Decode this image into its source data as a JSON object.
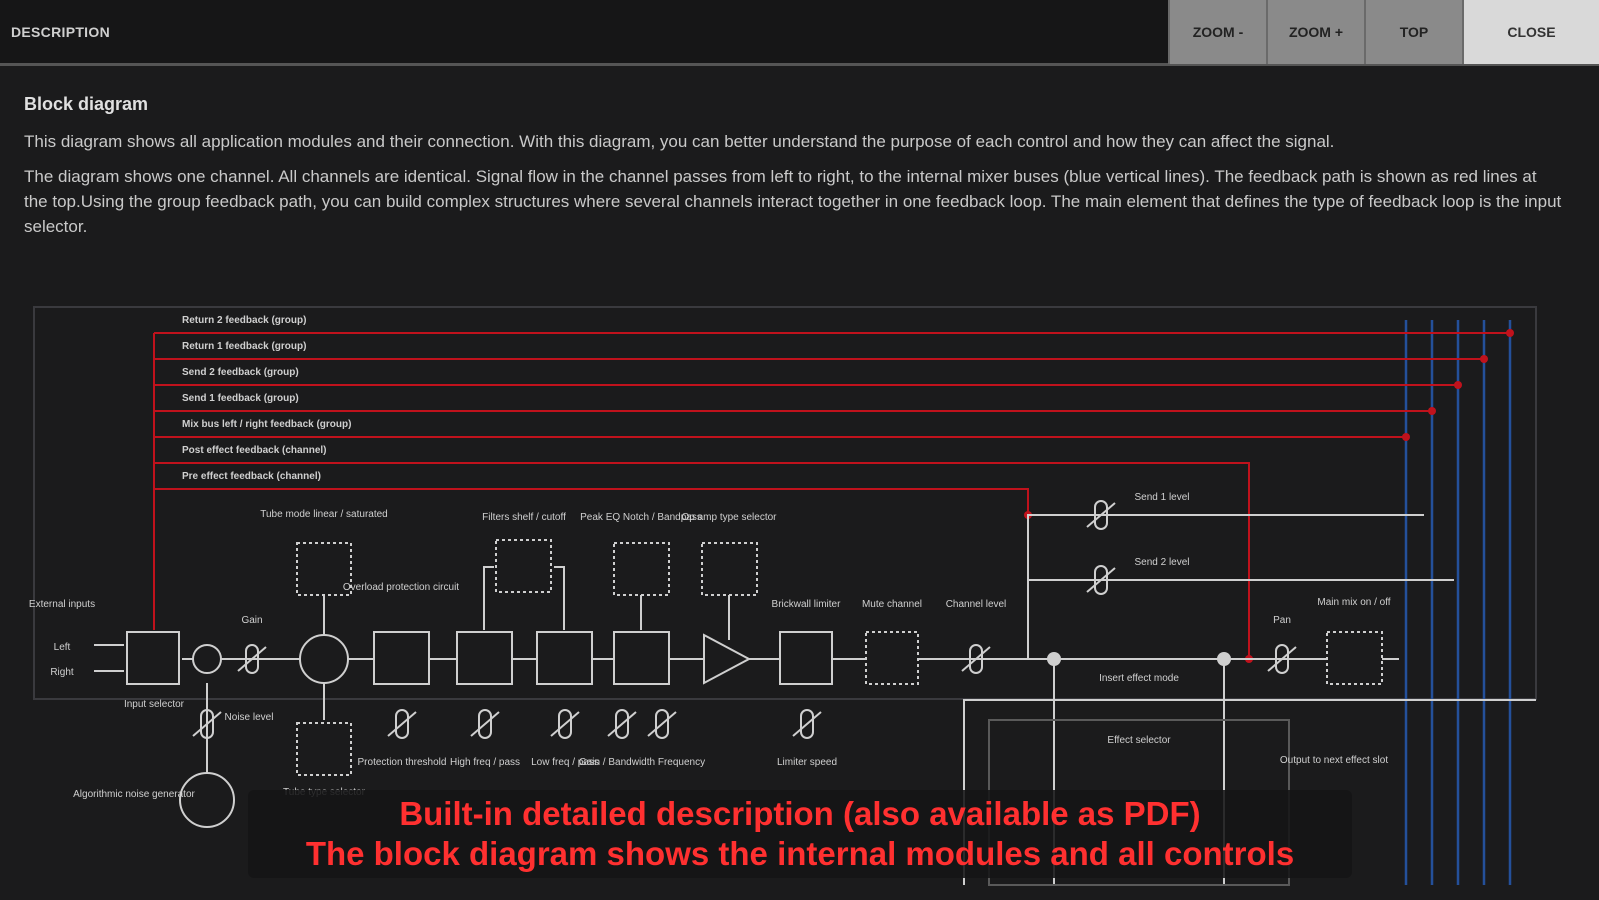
{
  "header": {
    "title": "DESCRIPTION",
    "buttons": [
      {
        "label": "ZOOM -"
      },
      {
        "label": "ZOOM +"
      },
      {
        "label": "TOP"
      },
      {
        "label": "CLOSE"
      }
    ]
  },
  "content": {
    "heading": "Block diagram",
    "paragraphs": [
      "This diagram shows all application modules and their connection. With this diagram, you can better understand the purpose of each control and how they can affect the signal.",
      "The diagram shows one channel. All channels are identical. Signal flow in the channel passes from left to right, to the internal mixer buses (blue vertical lines). The feedback path is shown as red lines at the top.Using the group feedback path, you can build complex structures where several channels interact together in one feedback loop. The main element that defines the type of feedback loop is the input selector."
    ]
  },
  "diagram": {
    "feedback_paths": [
      "Return 2 feedback (group)",
      "Return 1 feedback (group)",
      "Send 2 feedback (group)",
      "Send 1 feedback (group)",
      "Mix bus left / right feedback (group)",
      "Post effect feedback (channel)",
      "Pre effect feedback (channel)"
    ],
    "labels": {
      "external_inputs": "External inputs",
      "left": "Left",
      "right": "Right",
      "input_selector": "Input selector",
      "gain": "Gain",
      "noise_level": "Noise level",
      "algorithmic_noise": "Algorithmic noise generator",
      "tube_mode": "Tube mode linear / saturated",
      "tube_type": "Tube type selector",
      "overload": "Overload protection circuit",
      "protection_threshold": "Protection threshold",
      "filters": "Filters shelf / cutoff",
      "high": "High freq / pass",
      "low": "Low freq / pass",
      "peak_eq": "Peak EQ Notch / Bandpass",
      "gain_bandwidth": "Gain / Bandwidth Frequency",
      "op_amp": "Op amp type selector",
      "brickwall": "Brickwall limiter",
      "limiter_speed": "Limiter speed",
      "mute": "Mute channel",
      "channel_level": "Channel level",
      "send1": "Send 1 level",
      "send2": "Send 2 level",
      "insert_mode": "Insert effect mode",
      "effect_selector": "Effect selector",
      "output_next": "Output to next effect slot",
      "pan": "Pan",
      "main_mix": "Main mix on / off"
    },
    "colors": {
      "feedback": "#c0121c",
      "bus": "#24509a",
      "module": "#cfcfcf"
    }
  },
  "caption": {
    "line1": "Built-in detailed description (also available as PDF)",
    "line2": "The block diagram shows the internal modules and all controls"
  }
}
